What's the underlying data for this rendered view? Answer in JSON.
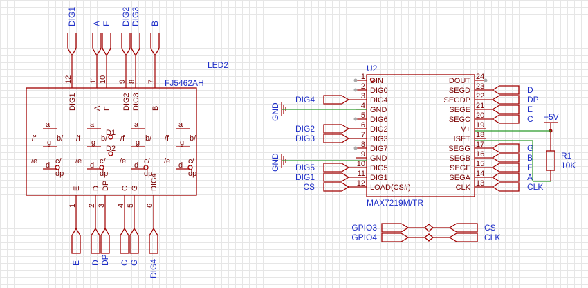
{
  "led": {
    "designator": "LED2",
    "part": "FJ5462AH",
    "top_pins": [
      {
        "num": "12",
        "name": "DIG1",
        "net": "DIG1"
      },
      {
        "num": "11",
        "name": "A",
        "net": "A"
      },
      {
        "num": "10",
        "name": "F",
        "net": "F"
      },
      {
        "num": "9",
        "name": "DIG2",
        "net": "DIG2"
      },
      {
        "num": "8",
        "name": "DIG3",
        "net": "DIG3"
      },
      {
        "num": "7",
        "name": "B",
        "net": "B"
      }
    ],
    "bottom_pins": [
      {
        "num": "1",
        "name": "E",
        "net": "E"
      },
      {
        "num": "2",
        "name": "D",
        "net": "D"
      },
      {
        "num": "3",
        "name": "DP",
        "net": "DP"
      },
      {
        "num": "4",
        "name": "C",
        "net": "C"
      },
      {
        "num": "5",
        "name": "G",
        "net": "G"
      },
      {
        "num": "6",
        "name": "DIG4",
        "net": "DIG4"
      }
    ],
    "seg": {
      "a": "a",
      "f": "/f",
      "g": "g",
      "b": "b/",
      "e": "/e",
      "d": "d",
      "c": "c/",
      "dp": "dp",
      "d1": "D1",
      "d2": "D2"
    }
  },
  "ic": {
    "designator": "U2",
    "part": "MAX7219M/TR",
    "left_pins": [
      {
        "num": "1",
        "name": "DIN"
      },
      {
        "num": "2",
        "name": "DIG0"
      },
      {
        "num": "3",
        "name": "DIG4"
      },
      {
        "num": "4",
        "name": "GND"
      },
      {
        "num": "5",
        "name": "DIG6"
      },
      {
        "num": "6",
        "name": "DIG2"
      },
      {
        "num": "7",
        "name": "DIG3"
      },
      {
        "num": "8",
        "name": "DIG7"
      },
      {
        "num": "9",
        "name": "GND"
      },
      {
        "num": "10",
        "name": "DIG5"
      },
      {
        "num": "11",
        "name": "DIG1"
      },
      {
        "num": "12",
        "name": "LOAD(CS#)"
      }
    ],
    "right_pins": [
      {
        "num": "24",
        "name": "DOUT"
      },
      {
        "num": "23",
        "name": "SEGD"
      },
      {
        "num": "22",
        "name": "SEGDP"
      },
      {
        "num": "21",
        "name": "SEGE"
      },
      {
        "num": "20",
        "name": "SEGC"
      },
      {
        "num": "19",
        "name": "V+"
      },
      {
        "num": "18",
        "name": "ISET"
      },
      {
        "num": "17",
        "name": "SEGG"
      },
      {
        "num": "16",
        "name": "SEGB"
      },
      {
        "num": "15",
        "name": "SEGF"
      },
      {
        "num": "14",
        "name": "SEGA"
      },
      {
        "num": "13",
        "name": "CLK"
      }
    ],
    "left_nets": {
      "3": "DIG4",
      "6": "DIG2",
      "7": "DIG3",
      "10": "DIG5",
      "11": "DIG1",
      "12": "CS"
    },
    "right_nets": {
      "23": "D",
      "22": "DP",
      "21": "E",
      "20": "C",
      "17": "G",
      "16": "B",
      "15": "F",
      "14": "A",
      "13": "CLK"
    }
  },
  "gnd_label": "GND",
  "power": {
    "label": "+5V"
  },
  "resistor": {
    "designator": "R1",
    "value": "10K"
  },
  "gpio": [
    {
      "from": "GPIO3",
      "to": "CS"
    },
    {
      "from": "GPIO4",
      "to": "CLK"
    }
  ]
}
